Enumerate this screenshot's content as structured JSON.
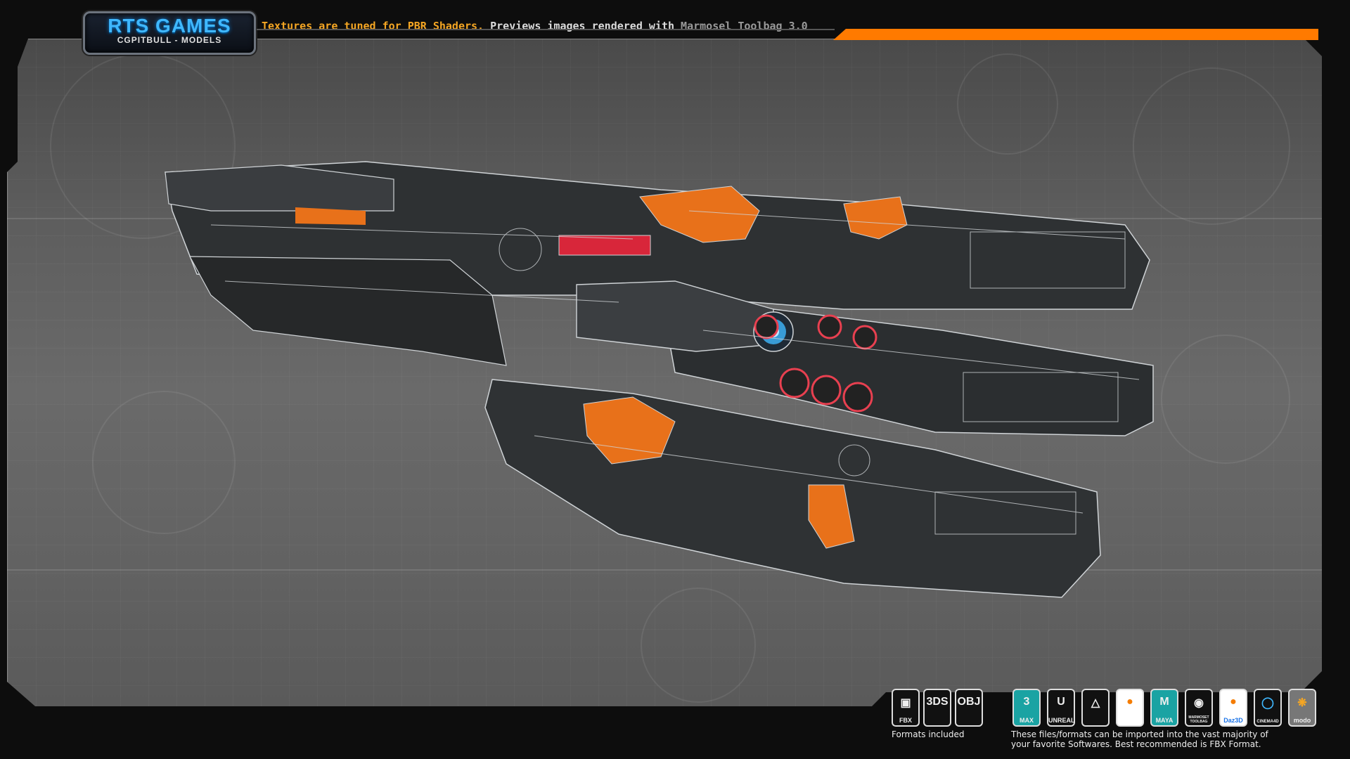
{
  "logo": {
    "title": "RTS GAMES",
    "subtitle": "CGPITBULL - MODELS"
  },
  "header": {
    "part1": "Textures are tuned for PBR Shaders.",
    "part2": " Previews images rendered with ",
    "part3": "Marmosel Toolbag 3.0"
  },
  "colors": {
    "accent": "#ff7a00",
    "logo_blue": "#3fb8ff",
    "highlight": "#f5a623"
  },
  "formats": {
    "items": [
      {
        "label": "FBX",
        "icon": "fbx-file-icon"
      },
      {
        "label": "3DS",
        "icon": "3ds-file-icon"
      },
      {
        "label": "OBJ",
        "icon": "obj-file-icon"
      }
    ],
    "caption": "Formats included"
  },
  "software": {
    "items": [
      {
        "label": "MAX",
        "icon": "3dsmax-icon",
        "color": "#1aa3a3"
      },
      {
        "label": "UNREAL",
        "icon": "unreal-icon",
        "color": "#111111"
      },
      {
        "label": "",
        "icon": "unity-icon",
        "color": "#111111"
      },
      {
        "label": "",
        "icon": "blender-icon",
        "color": "#ffffff"
      },
      {
        "label": "MAYA",
        "icon": "maya-icon",
        "color": "#1aa3a3"
      },
      {
        "label": "MARMOSET TOOLBAG",
        "icon": "marmoset-icon",
        "color": "#111111"
      },
      {
        "label": "Daz3D",
        "icon": "daz3d-icon",
        "color": "#ffffff"
      },
      {
        "label": "CINEMA4D",
        "icon": "cinema4d-icon",
        "color": "#111111"
      },
      {
        "label": "modo",
        "icon": "modo-icon",
        "color": "#777777"
      }
    ],
    "caption_line1": "These files/formats can be imported into the vast majority of",
    "caption_line2": "your favorite Softwares. Best recommended is FBX Format."
  }
}
